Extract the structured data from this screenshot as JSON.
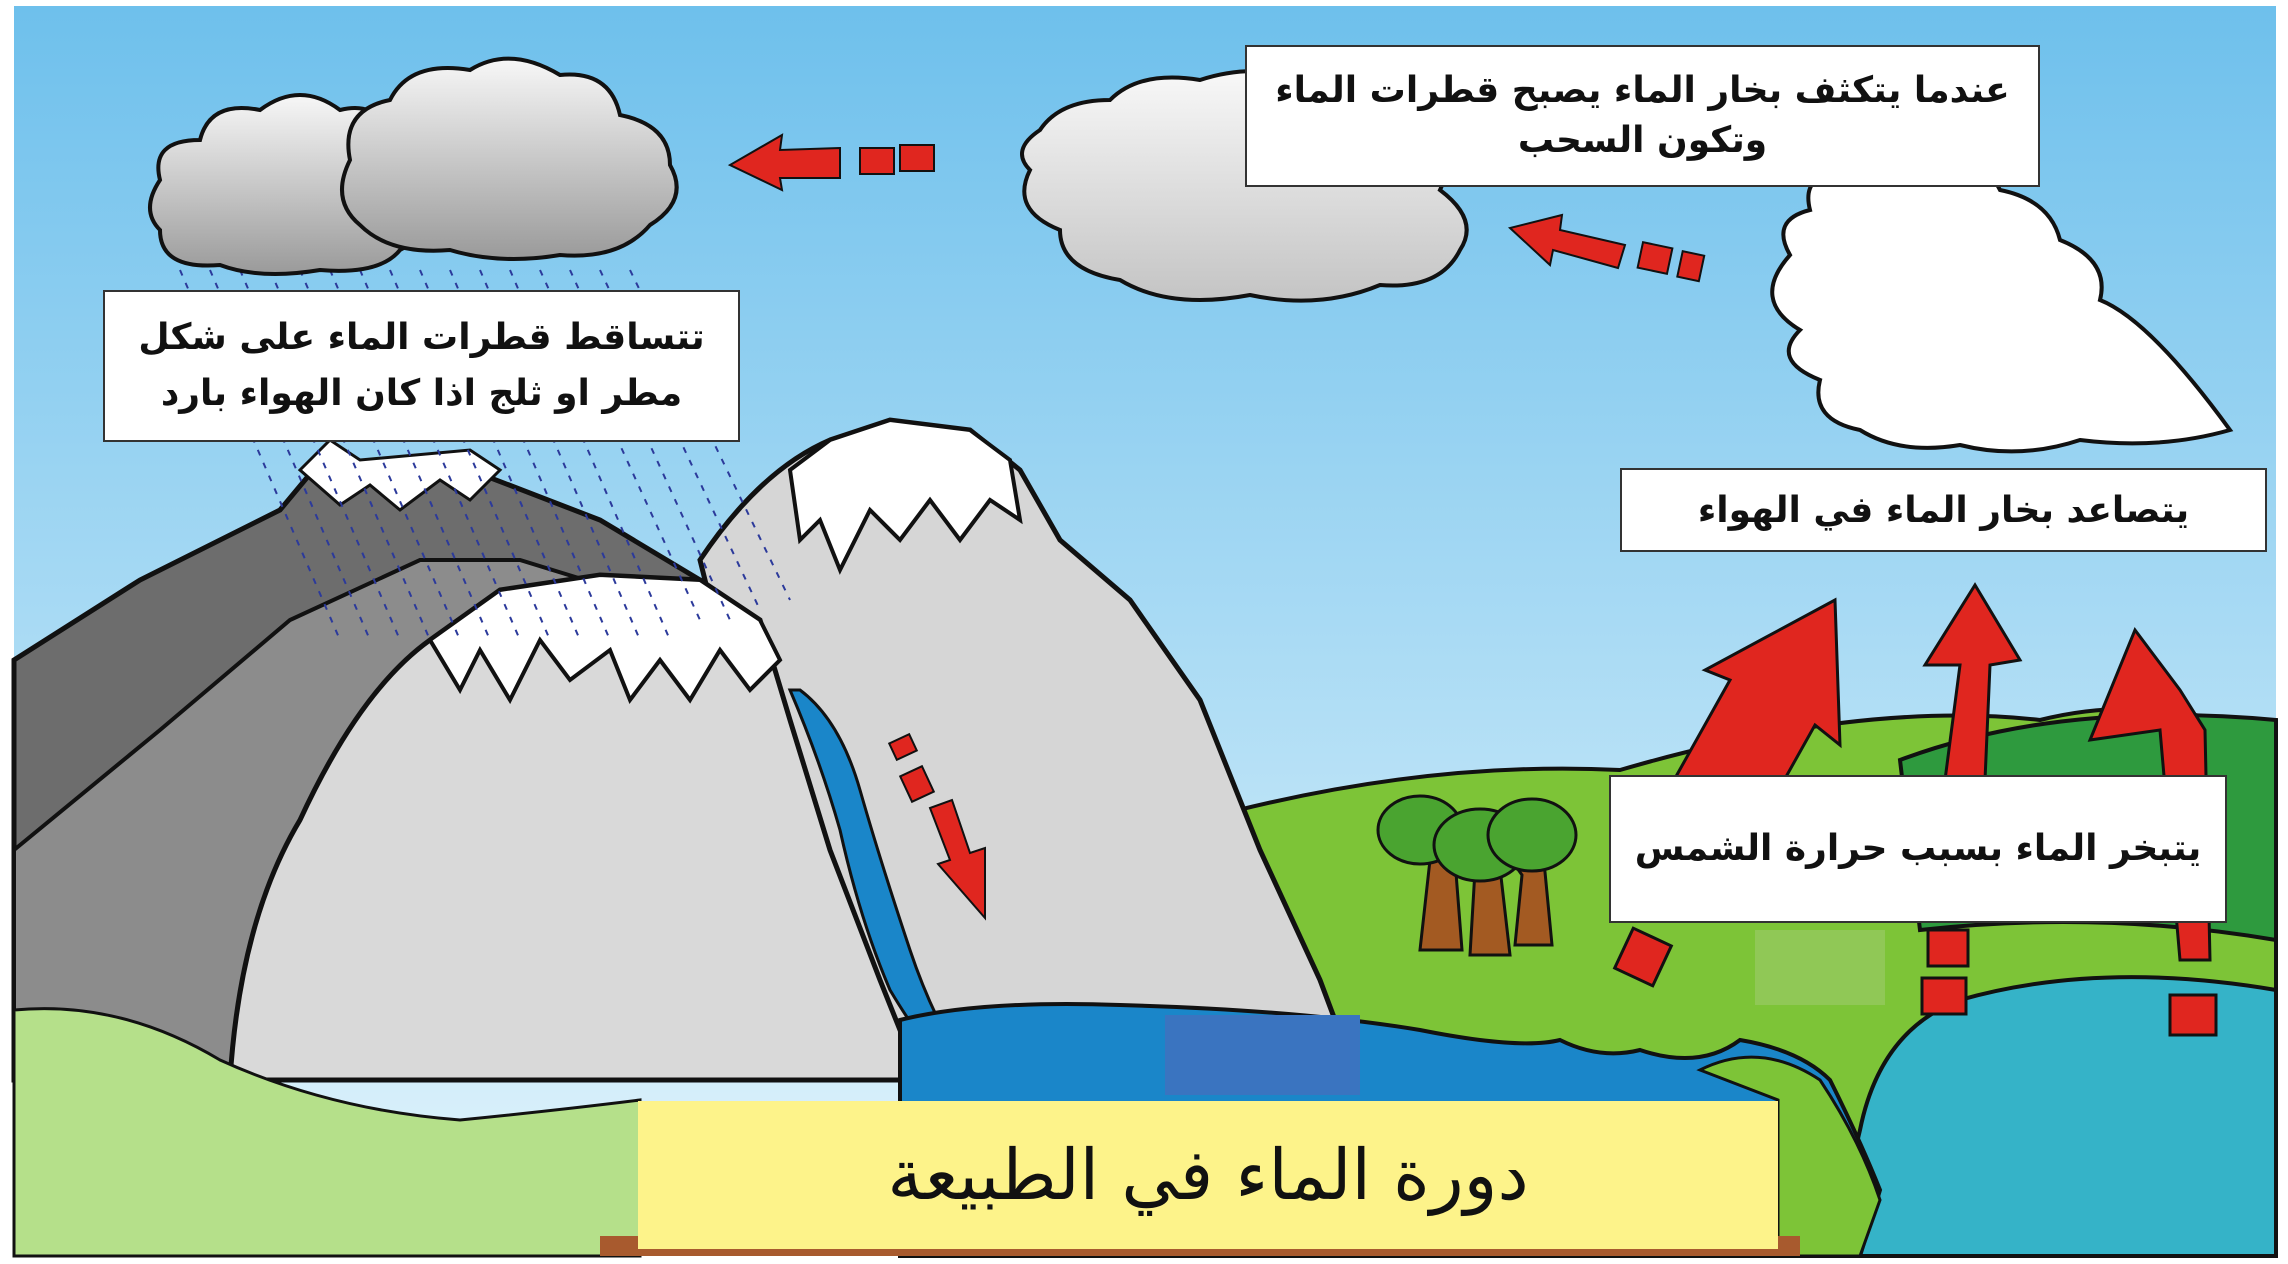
{
  "diagram": {
    "title": "دورة الماء في الطبيعة",
    "labels": {
      "condensation": "عندما يتكثف بخار الماء يصبح قطرات الماء وتكون السحب",
      "precipitation": "تتساقط قطرات الماء على شكل مطر او ثلج اذا كان الهواء بارد",
      "vapor_rising": "يتصاعد بخار الماء في الهواء",
      "evaporation": "يتبخر الماء بسبب حرارة الشمس"
    },
    "colors": {
      "sky_top": "#6ec0ec",
      "sky_bottom": "#e2f4fc",
      "mountain_dark": "#6d6d6d",
      "mountain_light": "#d6d6d6",
      "snow": "#ffffff",
      "grass": "#7dc437",
      "grass_light": "#b5e08a",
      "water": "#1a86c9",
      "arrow": "#e0261f",
      "title_bg": "#fdf38a"
    },
    "icons": [
      "cloud-icon",
      "rain-cloud-icon",
      "tree-icon",
      "arrow-icon"
    ]
  }
}
